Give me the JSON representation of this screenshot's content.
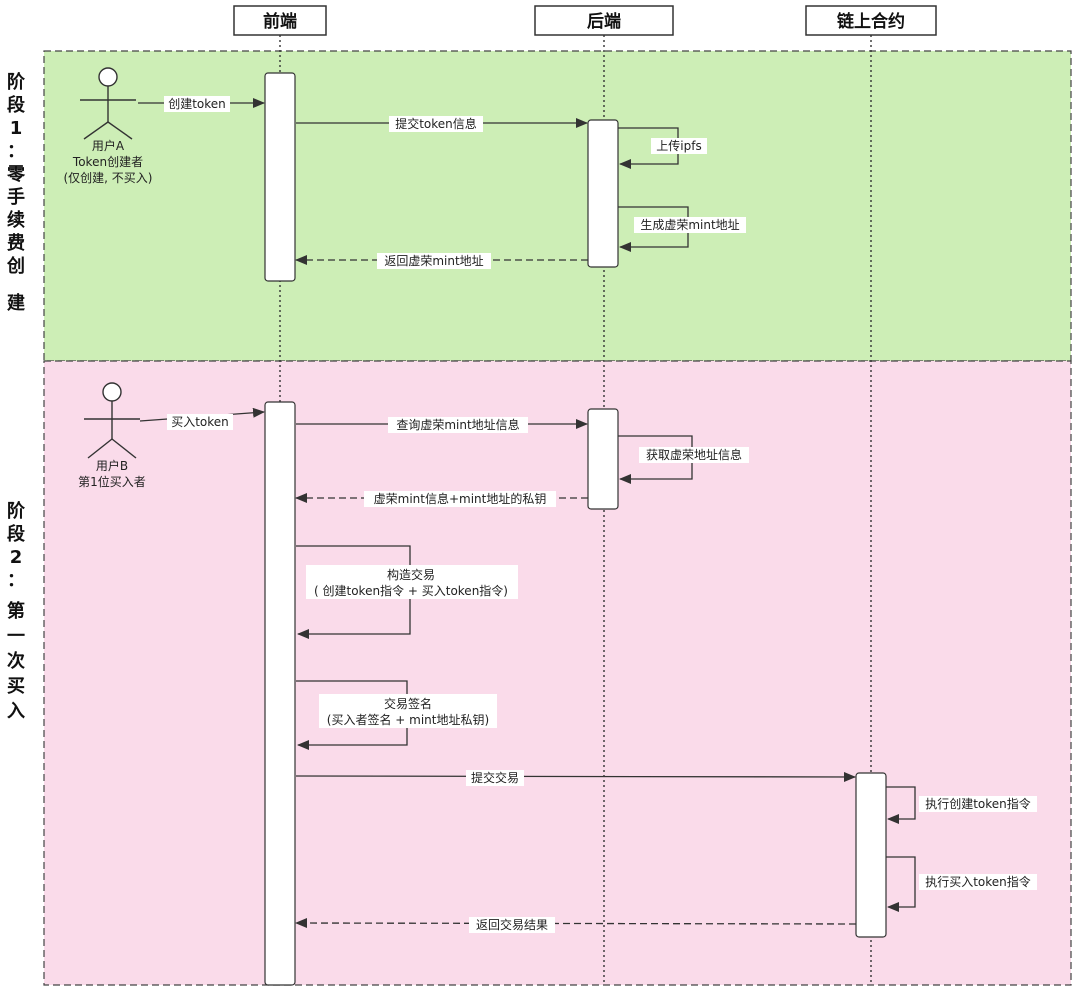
{
  "participants": {
    "frontend": "前端",
    "backend": "后端",
    "contract": "链上合约"
  },
  "stages": {
    "stage1": [
      "阶",
      "段",
      "1",
      "：",
      "零",
      "手",
      "续",
      "费",
      "创",
      "建"
    ],
    "stage2": [
      "阶",
      "段",
      "2",
      "：",
      "第",
      "一",
      "次",
      "买",
      "入"
    ]
  },
  "colors": {
    "stage1_bg": "#cdeeb6",
    "stage2_bg": "#fadbea",
    "line": "#333333"
  },
  "actors": {
    "user_a": {
      "name": "用户A",
      "role": "Token创建者",
      "note": "(仅创建, 不买入)"
    },
    "user_b": {
      "name": "用户B",
      "role": "第1位买入者"
    }
  },
  "messages": {
    "create_token": "创建token",
    "submit_token_info": "提交token信息",
    "upload_ipfs": "上传ipfs",
    "gen_vanity": "生成虚荣mint地址",
    "return_vanity": "返回虚荣mint地址",
    "buy_token": "买入token",
    "query_vanity": "查询虚荣mint地址信息",
    "get_vanity_info": "获取虚荣地址信息",
    "vanity_info_key": "虚荣mint信息+mint地址的私钥",
    "build_tx_1": "构造交易",
    "build_tx_2": "( 创建token指令 + 买入token指令)",
    "sign_tx_1": "交易签名",
    "sign_tx_2": "(买入者签名 + mint地址私钥)",
    "submit_tx": "提交交易",
    "exec_create": "执行创建token指令",
    "exec_buy": "执行买入token指令",
    "return_result": "返回交易结果"
  }
}
